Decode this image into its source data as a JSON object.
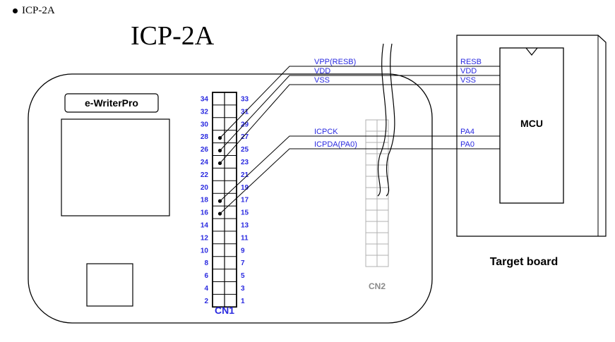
{
  "header": {
    "bullet_text": "ICP-2A",
    "title": "ICP-2A"
  },
  "diagram": {
    "programmer_label": "e-WriterPro",
    "cn1_label": "CN1",
    "cn2_label": "CN2",
    "mcu_label": "MCU",
    "target_label": "Target board",
    "cn1_left_pins": [
      "34",
      "32",
      "30",
      "28",
      "26",
      "24",
      "22",
      "20",
      "18",
      "16",
      "14",
      "12",
      "10",
      "8",
      "6",
      "4",
      "2"
    ],
    "cn1_right_pins": [
      "33",
      "31",
      "29",
      "27",
      "25",
      "23",
      "21",
      "19",
      "17",
      "15",
      "13",
      "11",
      "9",
      "7",
      "5",
      "3",
      "1"
    ],
    "signals": [
      "VPP(RESB)",
      "VDD",
      "VSS",
      "ICPCK",
      "ICPDA(PA0)"
    ],
    "mcu_pins": [
      "RESB",
      "VDD",
      "VSS",
      "PA4",
      "PA0"
    ],
    "dot_pins": [
      "28",
      "26",
      "24",
      "18",
      "16"
    ]
  },
  "colors": {
    "label_blue": "#2a2ae0",
    "line": "#000000",
    "cn2_grid": "#b0b0b0"
  }
}
